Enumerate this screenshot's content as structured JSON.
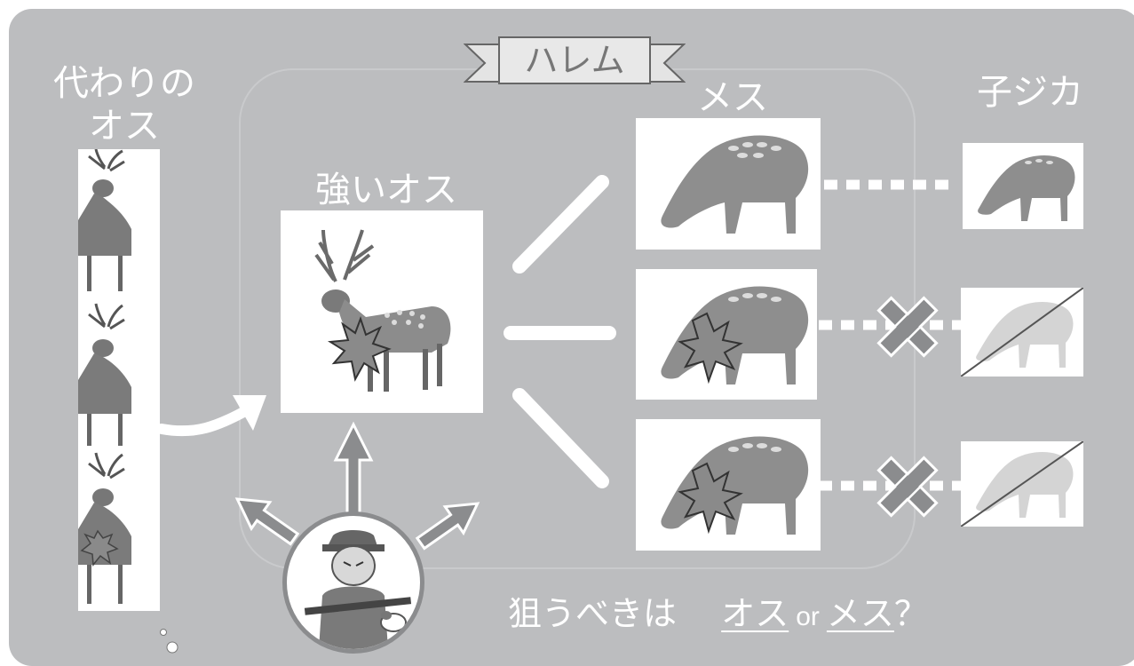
{
  "colors": {
    "panel_bg": "#bcbdbf",
    "text": "#ffffff",
    "connector": "#ffffff",
    "arrow_fill": "#8b8c8e",
    "cross_fill": "#8b8c8e"
  },
  "labels": {
    "replacement_male_line1": "代わりの",
    "replacement_male_line2": "オス",
    "dominant_male": "強いオス",
    "harem": "ハレム",
    "female": "メス",
    "fawn": "子ジカ"
  },
  "question": {
    "prefix": "狙うべきは",
    "option_male": "オス",
    "or": "or",
    "option_female": "メス",
    "suffix": "？"
  },
  "icons": {
    "stag": "stag-illustration",
    "doe": "doe-illustration",
    "fawn": "fawn-illustration",
    "hit": "bullet-hit-burst-icon",
    "cross": "x-mark-icon",
    "hunter": "hunter-with-rifle-and-dog",
    "banner": "ribbon-banner"
  }
}
